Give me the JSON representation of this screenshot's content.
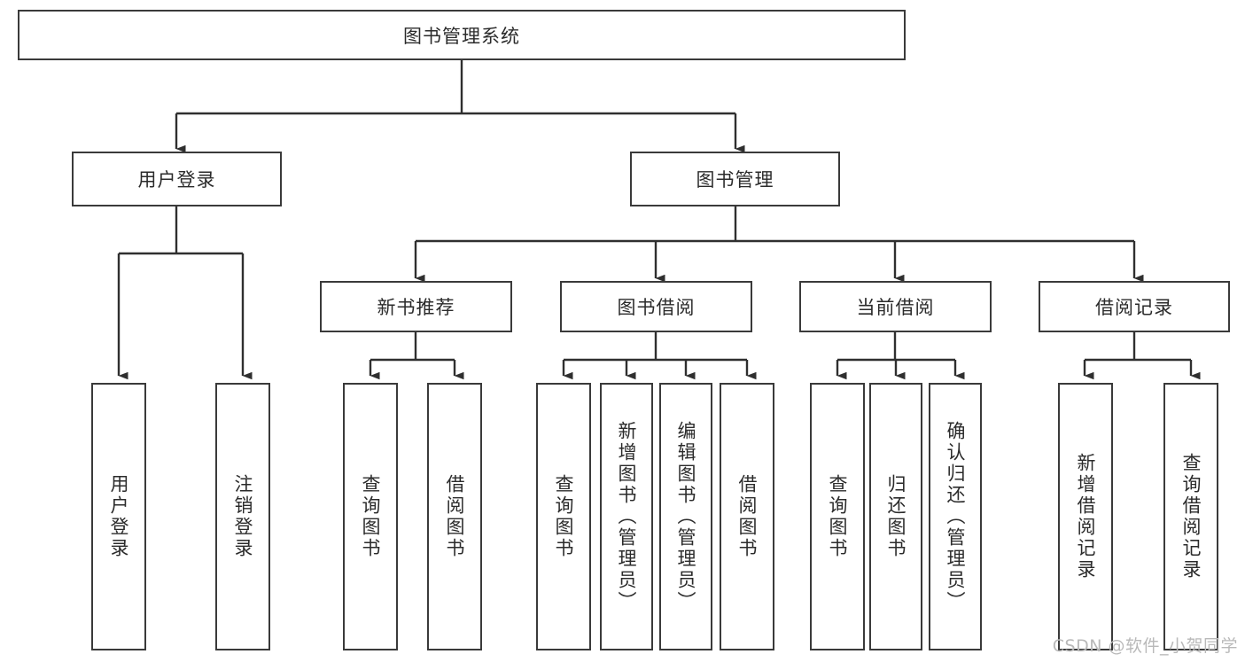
{
  "diagram": {
    "title": "图书管理系统",
    "type": "tree",
    "root": {
      "label": "图书管理系统"
    },
    "level1": [
      {
        "label": "用户登录"
      },
      {
        "label": "图书管理"
      }
    ],
    "level2": [
      {
        "label": "新书推荐"
      },
      {
        "label": "图书借阅"
      },
      {
        "label": "当前借阅"
      },
      {
        "label": "借阅记录"
      }
    ],
    "leaves": {
      "user_login": [
        {
          "label": "用户登录"
        },
        {
          "label": "注销登录"
        }
      ],
      "new_book_recommend": [
        {
          "label": "查询图书"
        },
        {
          "label": "借阅图书"
        }
      ],
      "book_borrow": [
        {
          "label": "查询图书"
        },
        {
          "label": "新增图书（管理员）"
        },
        {
          "label": "编辑图书（管理员）"
        },
        {
          "label": "借阅图书"
        }
      ],
      "current_borrow": [
        {
          "label": "查询图书"
        },
        {
          "label": "归还图书"
        },
        {
          "label": "确认归还（管理员）"
        }
      ],
      "borrow_record": [
        {
          "label": "新增借阅记录"
        },
        {
          "label": "查询借阅记录"
        }
      ]
    }
  },
  "watermark": {
    "text": "CSDN @软件_小贺同学"
  },
  "colors": {
    "stroke": "#3a3a3a",
    "text": "#2b2b2b",
    "background": "#ffffff",
    "watermark": "#b9b9b9"
  }
}
